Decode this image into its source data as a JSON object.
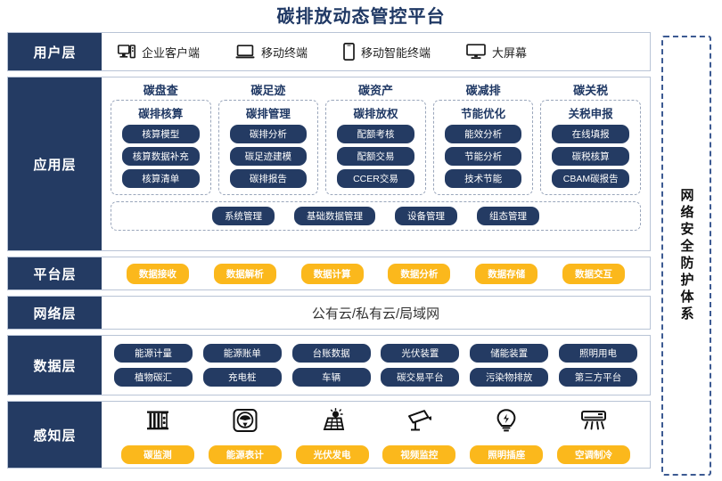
{
  "title": "碳排放动态管控平台",
  "security_band": {
    "label": "网络安全防护体系"
  },
  "layers": {
    "user": {
      "label": "用户层",
      "items": [
        {
          "label": "企业客户端",
          "icon": "desktop-tower-icon"
        },
        {
          "label": "移动终端",
          "icon": "laptop-icon"
        },
        {
          "label": "移动智能终端",
          "icon": "smartphone-icon"
        },
        {
          "label": "大屏幕",
          "icon": "monitor-icon"
        }
      ]
    },
    "application": {
      "label": "应用层",
      "groups": [
        {
          "title": "碳盘查",
          "subtitle": "碳排核算",
          "items": [
            "核算模型",
            "核算数据补充",
            "核算清单"
          ]
        },
        {
          "title": "碳足迹",
          "subtitle": "碳排管理",
          "items": [
            "碳排分析",
            "碳足迹建模",
            "碳排报告"
          ]
        },
        {
          "title": "碳资产",
          "subtitle": "碳排放权",
          "items": [
            "配额考核",
            "配额交易",
            "CCER交易"
          ]
        },
        {
          "title": "碳减排",
          "subtitle": "节能优化",
          "items": [
            "能效分析",
            "节能分析",
            "技术节能"
          ]
        },
        {
          "title": "碳关税",
          "subtitle": "关税申报",
          "items": [
            "在线填报",
            "碳税核算",
            "CBAM碳报告"
          ]
        }
      ],
      "common": [
        "系统管理",
        "基础数据管理",
        "设备管理",
        "组态管理"
      ]
    },
    "platform": {
      "label": "平台层",
      "items": [
        "数据接收",
        "数据解析",
        "数据计算",
        "数据分析",
        "数据存储",
        "数据交互"
      ]
    },
    "network": {
      "label": "网络层",
      "text": "公有云/私有云/局域网"
    },
    "data": {
      "label": "数据层",
      "row1": [
        "能源计量",
        "能源账单",
        "台账数据",
        "光伏装置",
        "储能装置",
        "照明用电"
      ],
      "row2": [
        "植物碳汇",
        "充电桩",
        "车辆",
        "碳交易平台",
        "污染物排放",
        "第三方平台"
      ]
    },
    "sense": {
      "label": "感知层",
      "items": [
        {
          "label": "碳监测",
          "icon": "carbon-sensor-icon"
        },
        {
          "label": "能源表计",
          "icon": "meter-gauge-icon"
        },
        {
          "label": "光伏发电",
          "icon": "solar-panel-icon"
        },
        {
          "label": "视频监控",
          "icon": "cctv-camera-icon"
        },
        {
          "label": "照明插座",
          "icon": "lightbulb-icon"
        },
        {
          "label": "空调制冷",
          "icon": "air-conditioner-icon"
        }
      ]
    }
  },
  "colors": {
    "navy": "#243b63",
    "amber": "#fbb81c",
    "title_blue": "#1f3864",
    "frame_border": "#b9c4d6"
  }
}
